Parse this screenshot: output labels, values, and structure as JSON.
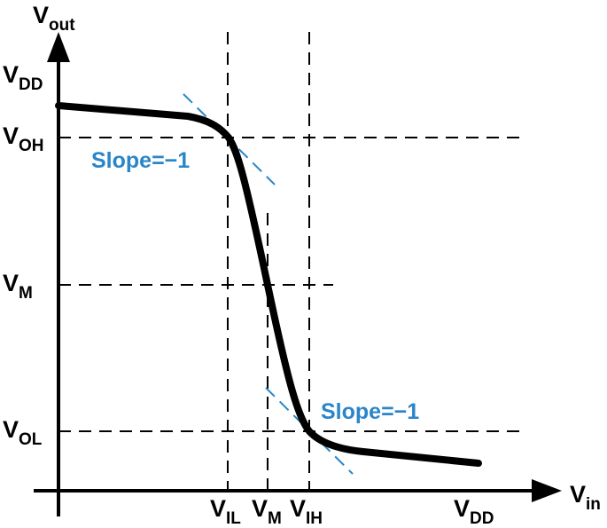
{
  "labels": {
    "y_axis": {
      "main": "V",
      "sub": "out"
    },
    "x_axis": {
      "main": "V",
      "sub": "in"
    },
    "y_vdd": {
      "main": "V",
      "sub": "DD"
    },
    "y_voh": {
      "main": "V",
      "sub": "OH"
    },
    "y_vm": {
      "main": "V",
      "sub": "M"
    },
    "y_vol": {
      "main": "V",
      "sub": "OL"
    },
    "x_vil": {
      "main": "V",
      "sub": "IL"
    },
    "x_vm": {
      "main": "V",
      "sub": "M"
    },
    "x_vih": {
      "main": "V",
      "sub": "IH"
    },
    "x_vdd": {
      "main": "V",
      "sub": "DD"
    }
  },
  "annotations": {
    "slope_upper": "Slope=−1",
    "slope_lower": "Slope=−1"
  },
  "colors": {
    "curve": "#000000",
    "axes": "#000000",
    "guides": "#000000",
    "tangent": "#2a86c9"
  }
}
